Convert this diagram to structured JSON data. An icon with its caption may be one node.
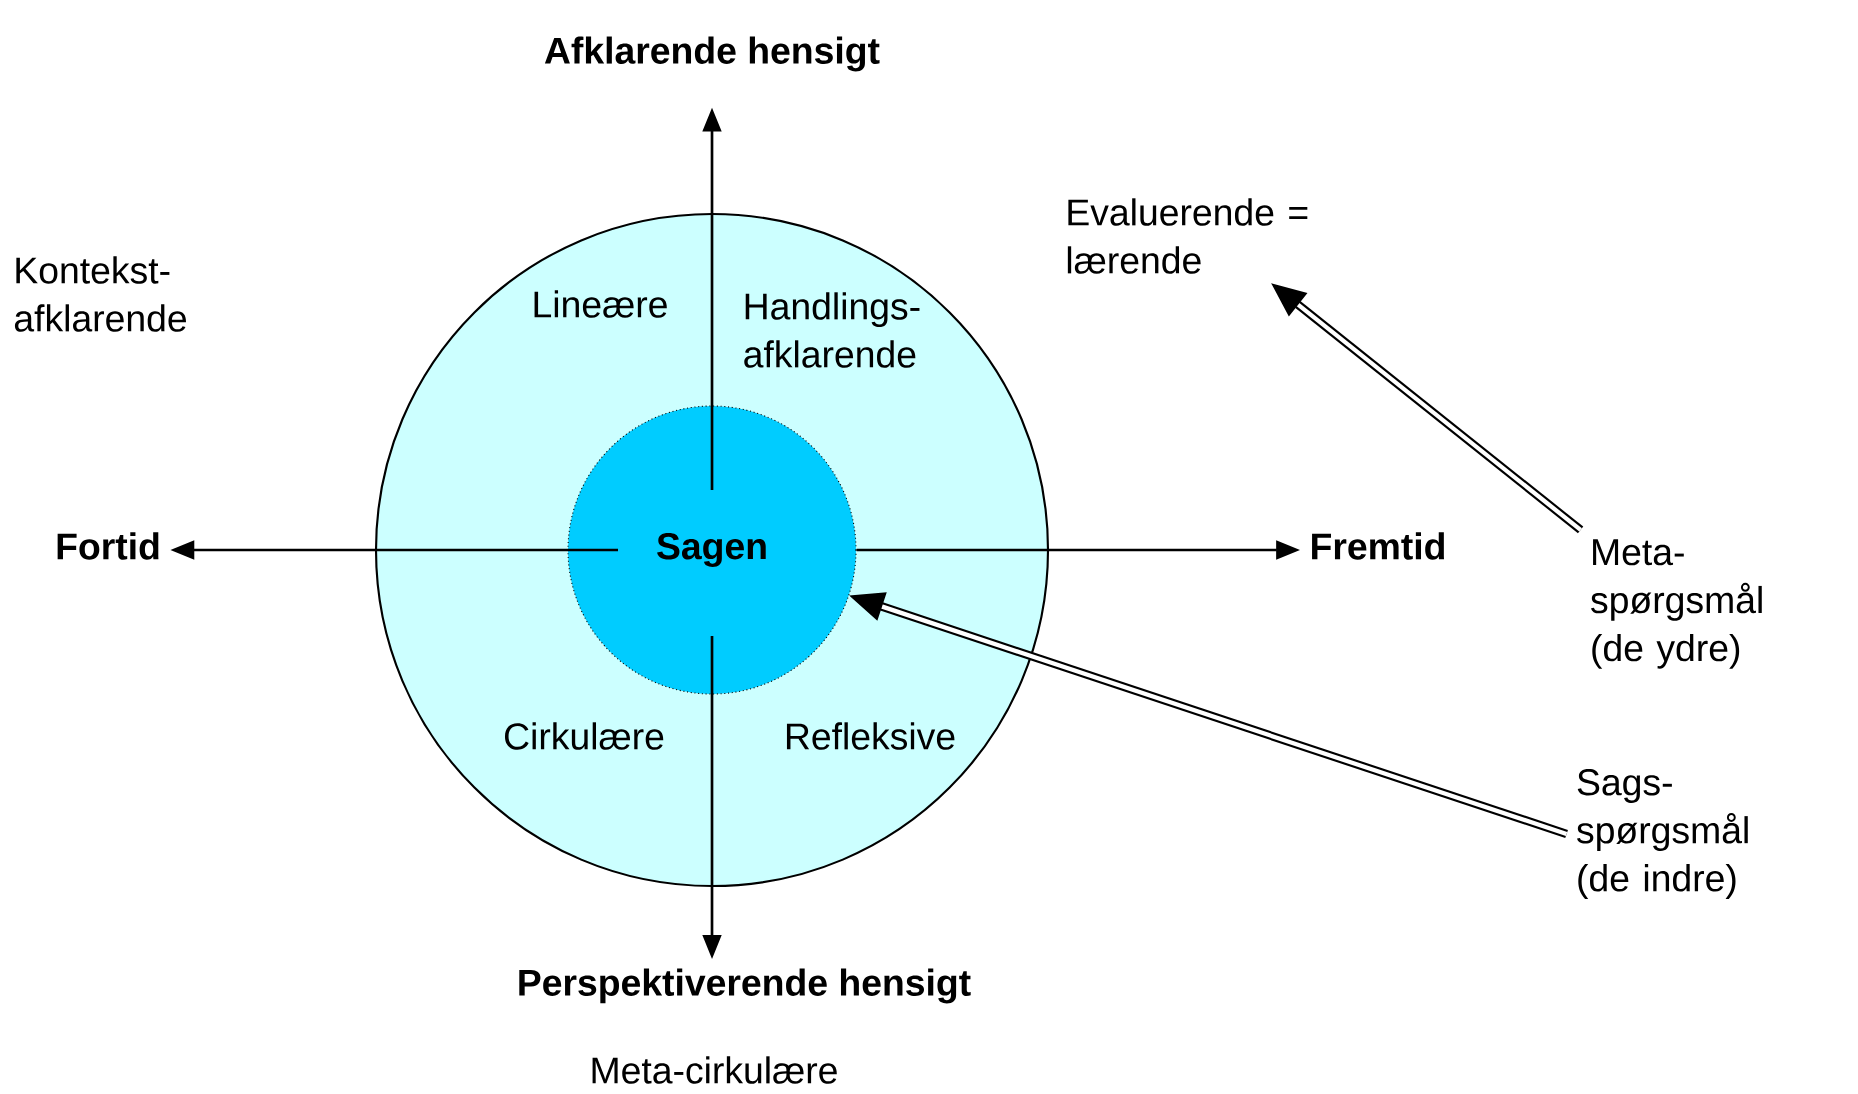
{
  "diagram": {
    "nodes": [
      {
        "text": [],
        "shape": "circle"
      },
      {
        "text": [
          "Sagen"
        ],
        "in": 0
      },
      {
        "text": [
          "Afklarende hensigt"
        ]
      },
      {
        "text": [
          "Fortid"
        ]
      },
      {
        "text": [
          "Fremtid"
        ]
      },
      {
        "text": [
          "Perspektiverende hensigt"
        ]
      },
      {
        "text": [
          "Meta- spørgsmål (de ydre)"
        ]
      },
      {
        "text": [
          "Evaluerende = lærende"
        ]
      },
      {
        "text": [
          "Sags- spørgsmål (de indre)"
        ]
      }
    ],
    "edges": [
      {
        "from": 1,
        "to": 2,
        "arrow": "to"
      },
      {
        "from": 1,
        "to": 3,
        "arrow": "to"
      },
      {
        "from": 1,
        "to": 4,
        "arrow": "to"
      },
      {
        "from": 1,
        "to": 5,
        "arrow": "to"
      },
      {
        "from": 6,
        "to": 7,
        "arrow": "to",
        "style": "thick"
      },
      {
        "from": 8,
        "to": 1,
        "arrow": "to",
        "style": "thick"
      }
    ],
    "labels": [
      "Kontekst- afklarende",
      "Lineære",
      "Handlings- afklarende",
      "Cirkulære",
      "Refleksive",
      "Meta-cirkulære"
    ]
  }
}
